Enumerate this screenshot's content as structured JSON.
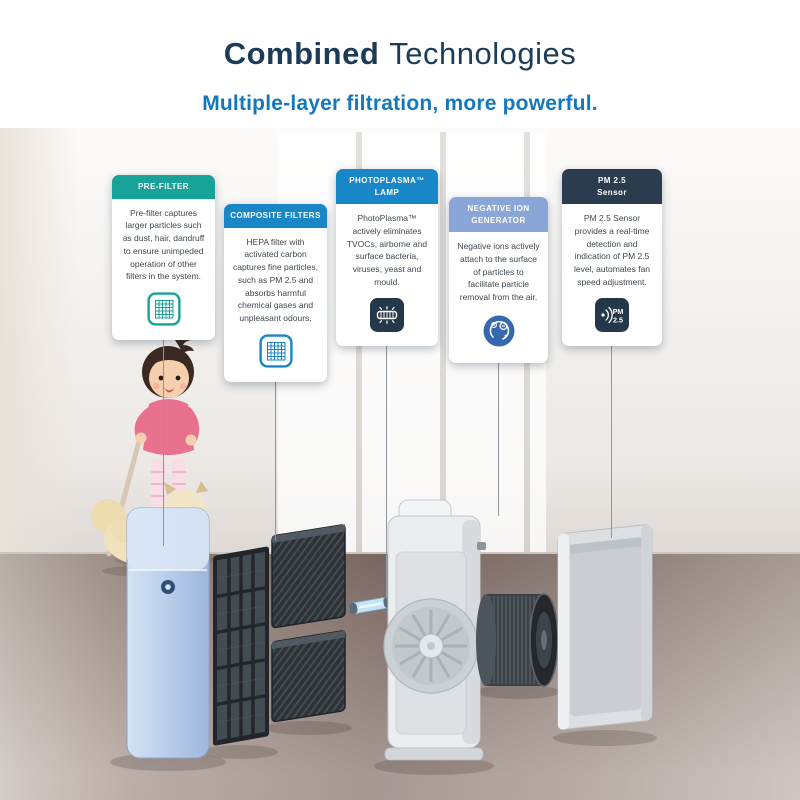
{
  "header": {
    "title_primary": "Combined",
    "title_secondary": "Technologies",
    "subtitle": "Multiple-layer filtration, more powerful.",
    "title_color": "#1c3b57",
    "subtitle_color": "#1478bd"
  },
  "cards": [
    {
      "title": "PRE-FILTER",
      "body": "Pre-filter captures larger particles such as dust, hair, dandruff to ensure unimpeded operation of other filters in the system.",
      "header_color": "#17a29a",
      "icon": "mesh-filter-icon",
      "icon_color": "#17a29a"
    },
    {
      "title": "COMPOSITE FILTERS",
      "body": "HEPA filter with activated carbon captures fine particles, such as PM 2.5 and absorbs harmful chemical gases and unpleasant odours.",
      "header_color": "#1986c8",
      "icon": "mesh-filter-icon",
      "icon_color": "#1986c8"
    },
    {
      "title": "PHOTOPLASMA™\nLAMP",
      "body": "PhotoPlasma™ actively eliminates TVOCs, airborne and surface bacteria, viruses, yeast and mould.",
      "header_color": "#1986c8",
      "icon": "uv-lamp-icon",
      "icon_color": "#24384a"
    },
    {
      "title": "NEGATIVE ION\nGENERATOR",
      "body": "Negative ions actively attach to the surface of particles to facilitate particle removal from the air.",
      "header_color": "#8aa5d7",
      "icon": "negative-ion-icon",
      "icon_color": "#3568ae"
    },
    {
      "title": "PM 2.5\nSensor",
      "body": "PM 2.5 Sensor provides a real-time detection and indication of PM 2.5 level, automates fan speed adjustment.",
      "header_color": "#2b3c4e",
      "icon": "pm25-sensor-icon",
      "icon_color": "#24384a"
    }
  ],
  "icons": {
    "pm25": {
      "line1": "PM",
      "line2": "2.5"
    }
  }
}
